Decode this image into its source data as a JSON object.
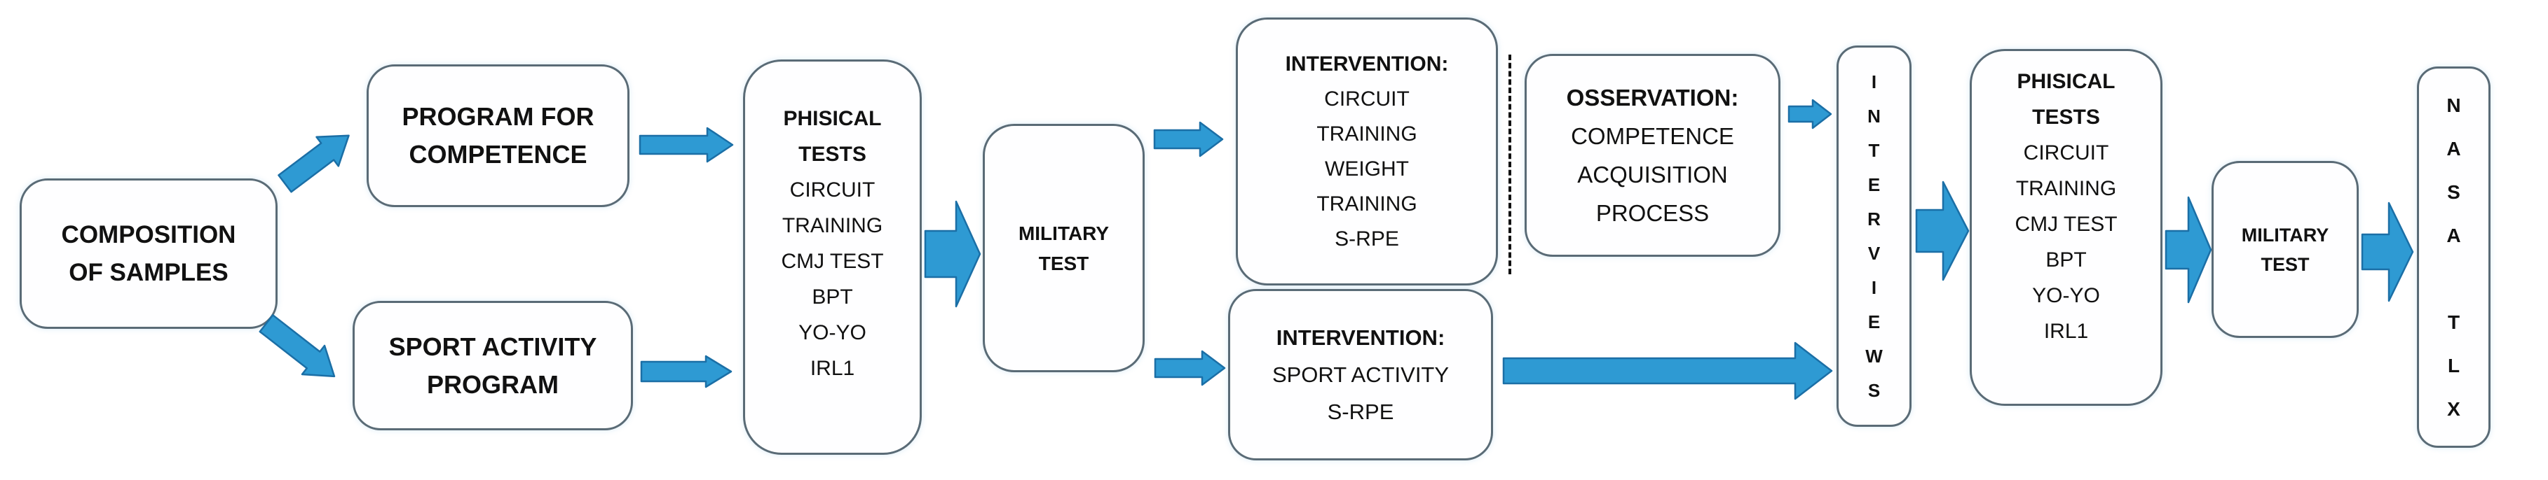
{
  "colors": {
    "arrow_fill": "#2E9AD3",
    "arrow_stroke": "#1B6FA6",
    "box_border": "#5A6B76",
    "text": "#111111",
    "background": "#FFFFFF",
    "dashed_line": "#111111"
  },
  "nodes": {
    "composition": {
      "lines": [
        "COMPOSITION",
        "OF SAMPLES"
      ]
    },
    "program_for_competence": {
      "lines": [
        "PROGRAM FOR",
        "COMPETENCE"
      ]
    },
    "sport_activity_program": {
      "lines": [
        "SPORT ACTIVITY",
        "PROGRAM"
      ]
    },
    "phisical_tests_1": {
      "lines": [
        "PHISICAL",
        "TESTS",
        "CIRCUIT",
        "TRAINING",
        "CMJ TEST",
        "BPT",
        "YO-YO",
        "IRL1"
      ]
    },
    "military_test_1": {
      "lines": [
        "MILITARY",
        "TEST"
      ]
    },
    "intervention_circuit": {
      "lines": [
        "INTERVENTION:",
        "CIRCUIT",
        "TRAINING",
        "WEIGHT",
        "TRAINING",
        "S-RPE"
      ]
    },
    "intervention_sport": {
      "lines": [
        "INTERVENTION:",
        "SPORT ACTIVITY",
        "S-RPE"
      ]
    },
    "osservation": {
      "lines": [
        "OSSERVATION:",
        "COMPETENCE",
        "ACQUISITION",
        "PROCESS"
      ]
    },
    "interviews": {
      "letters": [
        "I",
        "N",
        "T",
        "E",
        "R",
        "V",
        "I",
        "E",
        "W",
        "S"
      ]
    },
    "phisical_tests_2": {
      "lines": [
        "PHISICAL",
        "TESTS",
        "CIRCUIT",
        "TRAINING",
        "CMJ TEST",
        "BPT",
        "YO-YO",
        "IRL1"
      ]
    },
    "military_test_2": {
      "lines": [
        "MILITARY",
        "TEST"
      ]
    },
    "nasa_tlx": {
      "letters": [
        "N",
        "A",
        "S",
        "A",
        "",
        "T",
        "L",
        "X"
      ]
    }
  },
  "arrows": [
    {
      "from": "composition",
      "to": "program_for_competence"
    },
    {
      "from": "composition",
      "to": "sport_activity_program"
    },
    {
      "from": "program_for_competence",
      "to": "phisical_tests_1"
    },
    {
      "from": "sport_activity_program",
      "to": "phisical_tests_1"
    },
    {
      "from": "phisical_tests_1",
      "to": "military_test_1"
    },
    {
      "from": "military_test_1",
      "to": "intervention_circuit"
    },
    {
      "from": "military_test_1",
      "to": "intervention_sport"
    },
    {
      "from": "osservation",
      "to": "interviews"
    },
    {
      "from": "intervention_sport",
      "to": "interviews"
    },
    {
      "from": "interviews",
      "to": "phisical_tests_2"
    },
    {
      "from": "phisical_tests_2",
      "to": "military_test_2"
    },
    {
      "from": "military_test_2",
      "to": "nasa_tlx"
    }
  ]
}
